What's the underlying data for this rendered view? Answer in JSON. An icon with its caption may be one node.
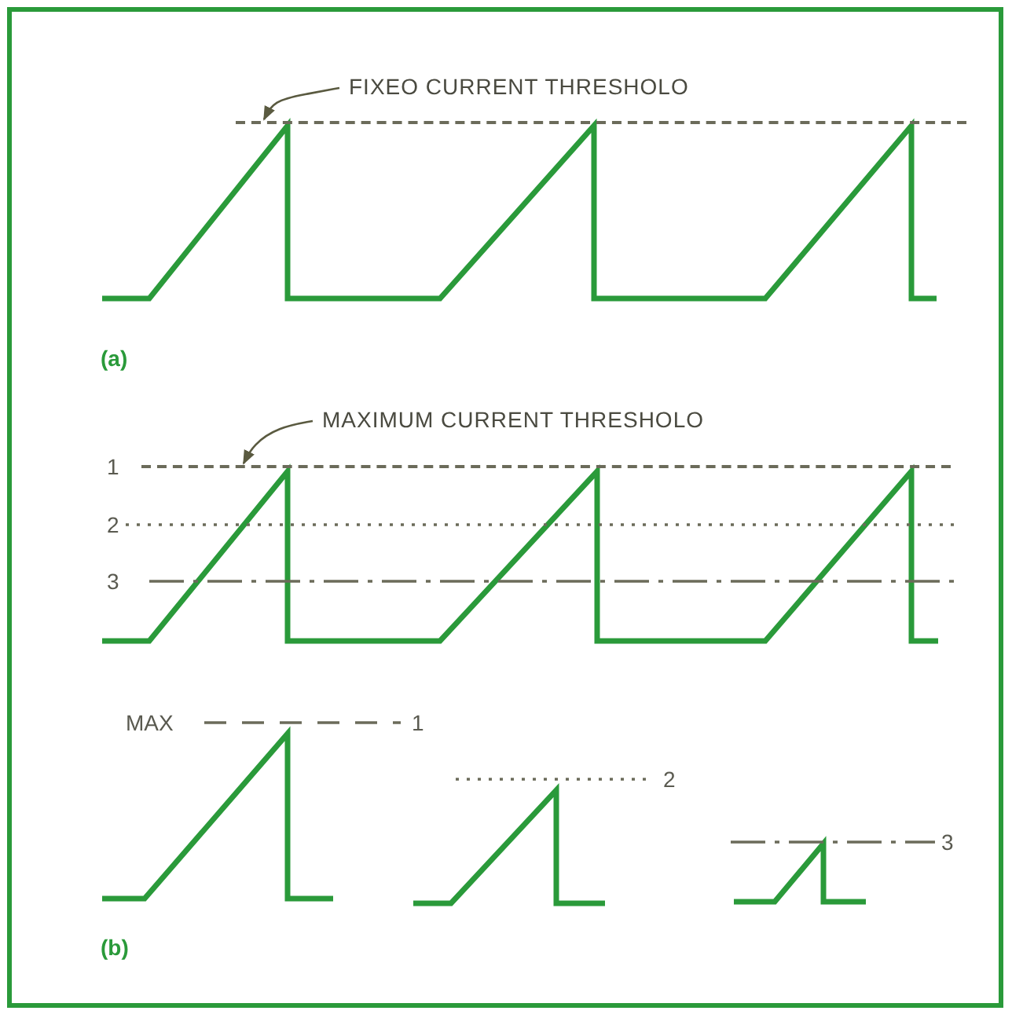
{
  "diagram": {
    "nodes": [
      {
        "text": [
          "FIXEO CURRENT THRESHOLO"
        ]
      },
      {
        "text": [
          "MAXIMUM CURRENT THRESHOLO"
        ]
      },
      {
        "text": [],
        "shape": "bar"
      },
      {
        "text": [],
        "shape": "bar"
      }
    ],
    "edges": [
      {
        "from": 0,
        "to": 2,
        "arrow": "to"
      },
      {
        "from": 1,
        "to": 3,
        "arrow": "to"
      }
    ],
    "labels": [
      "(a)",
      "1",
      "2",
      "3",
      "MAX",
      "1",
      "2",
      "3",
      "(b)"
    ]
  }
}
